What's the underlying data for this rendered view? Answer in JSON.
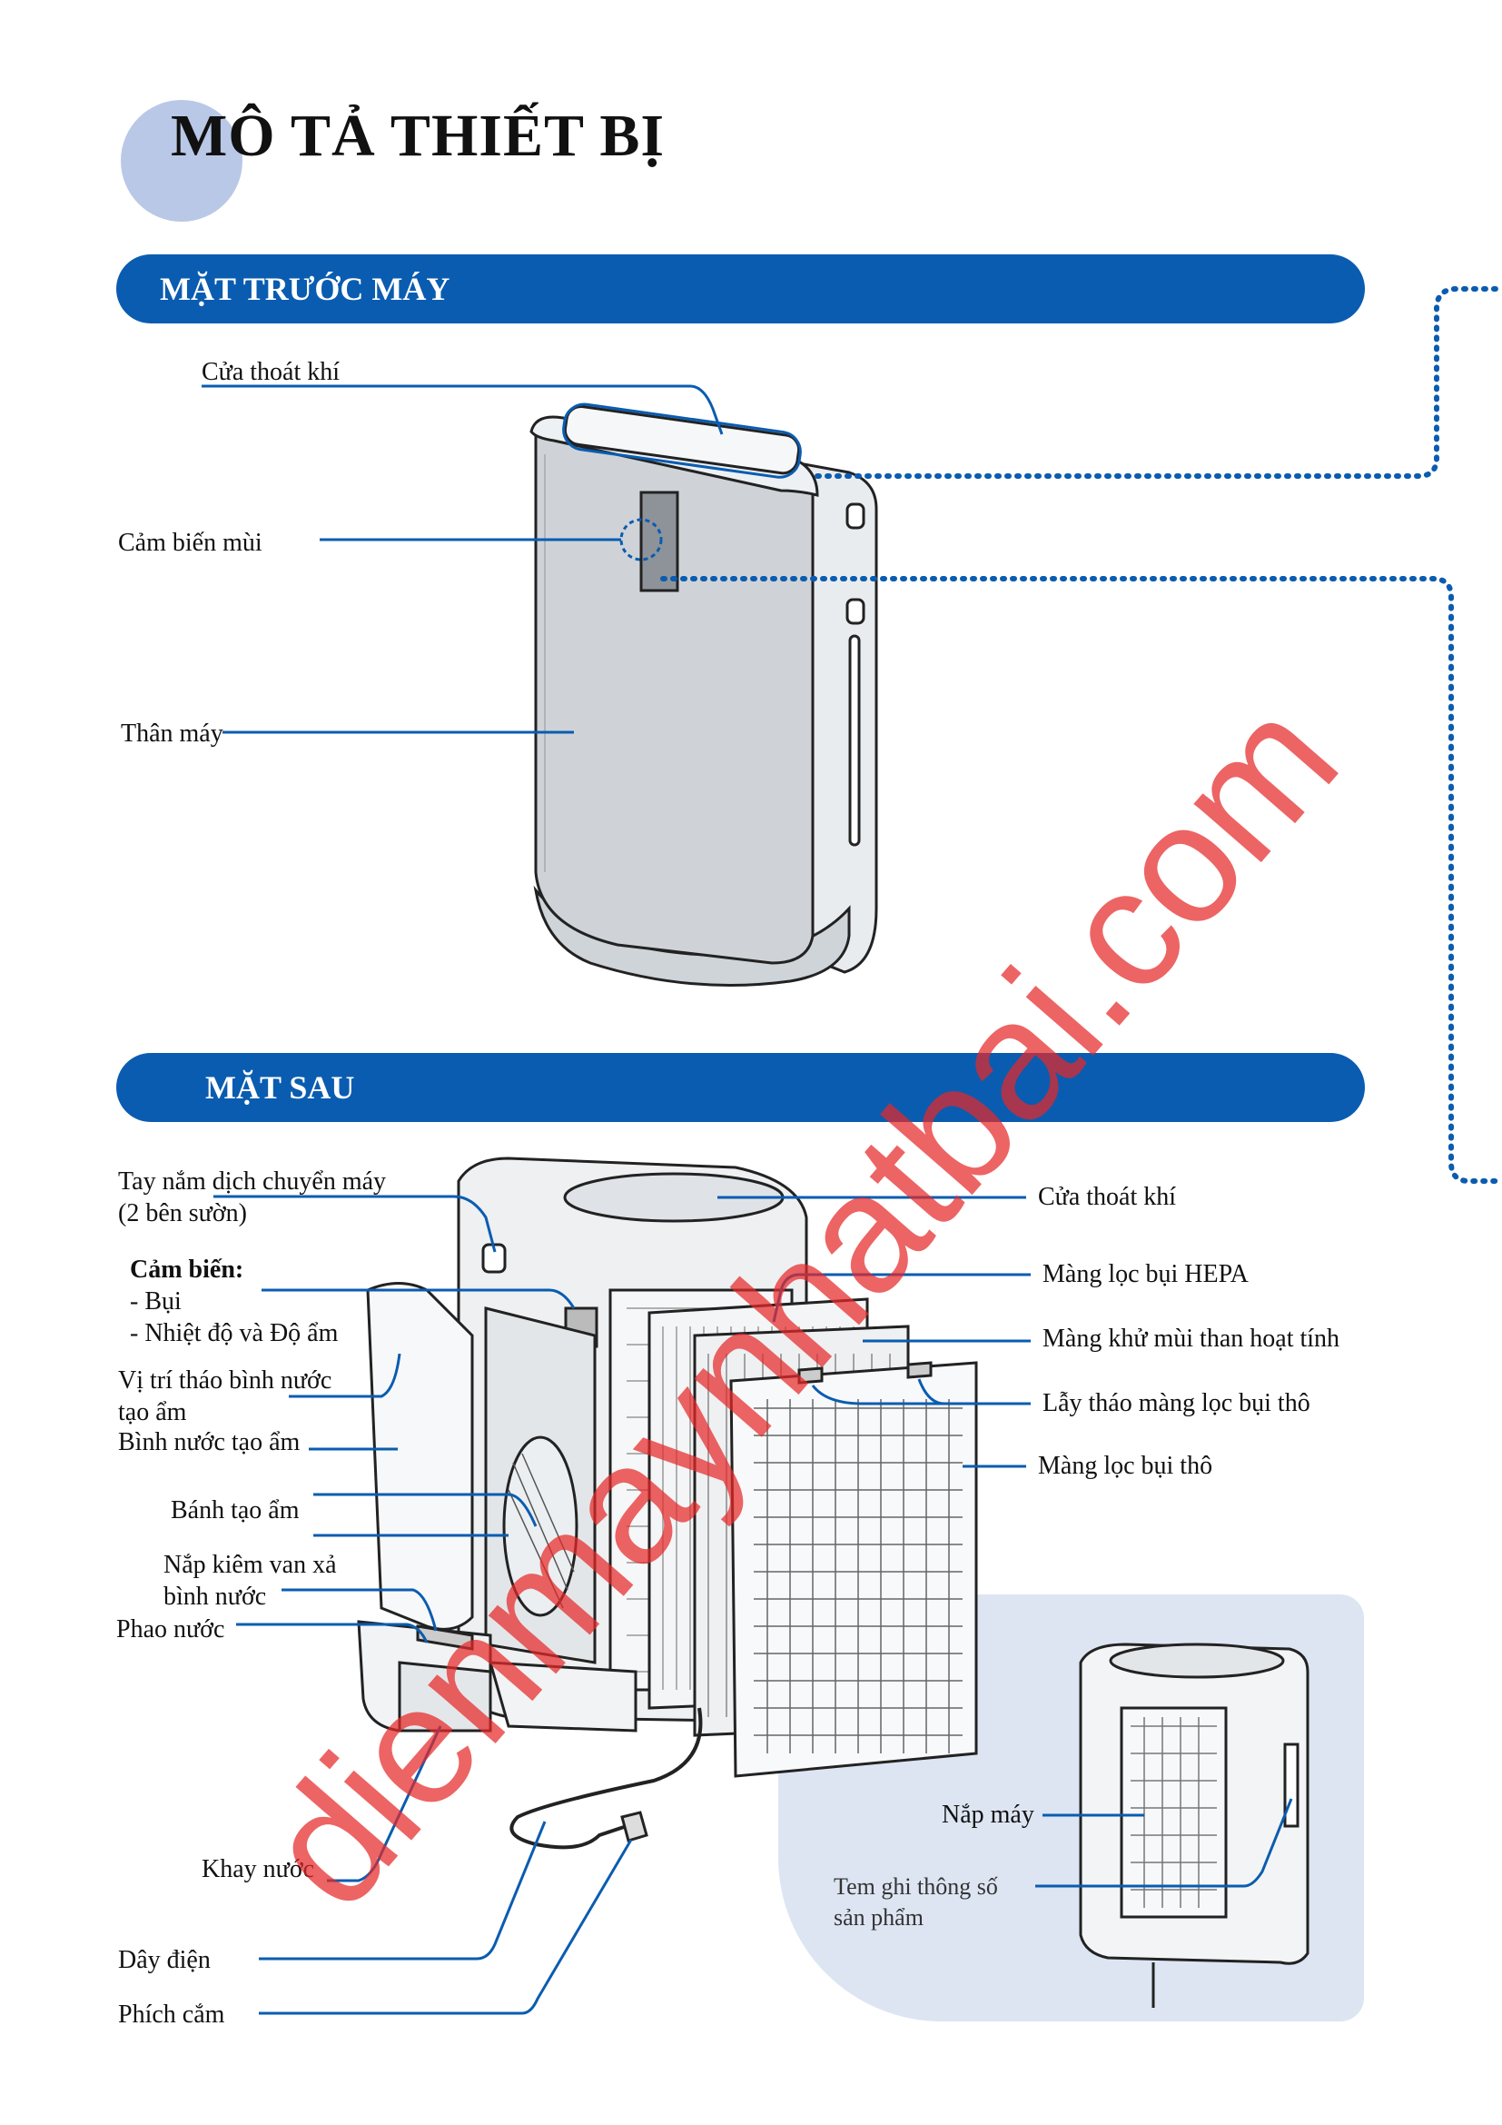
{
  "page_title": "MÔ TẢ THIẾT BỊ",
  "sections": {
    "front": {
      "title": "MẶT TRƯỚC MÁY"
    },
    "back": {
      "title": "MẶT SAU"
    }
  },
  "front_labels": {
    "outlet": "Cửa thoát khí",
    "odor_sensor": "Cảm biến mùi",
    "body": "Thân máy"
  },
  "back_labels": {
    "handle_1": "Tay nắm dịch chuyển máy",
    "handle_2": "(2 bên sườn)",
    "sensor_title": "Cảm biến:",
    "sensor_dust": "- Bụi",
    "sensor_temp": "- Nhiệt độ và Độ ẩm",
    "tank_release_1": "Vị trí tháo bình nước",
    "tank_release_2": "tạo ẩm",
    "tank": "Bình nước tạo ẩm",
    "wheel": "Bánh tạo ẩm",
    "valve_cap_1": "Nắp kiêm van xả",
    "valve_cap_2": "bình nước",
    "float": "Phao nước",
    "tray": "Khay nước",
    "cord": "Dây điện",
    "plug": "Phích cắm",
    "outlet": "Cửa thoát khí",
    "hepa": "Màng lọc bụi HEPA",
    "carbon": "Màng khử mùi than hoạt tính",
    "prefilter_tab": "Lẫy tháo màng lọc bụi thô",
    "prefilter": "Màng lọc bụi thô"
  },
  "inset_labels": {
    "cover": "Nắp máy",
    "rating_label_1": "Tem ghi thông số",
    "rating_label_2": "sản phẩm"
  },
  "watermark": "dienmaynhatbai.com",
  "colors": {
    "band": "#0a5cb0",
    "leader": "#0a5cb0",
    "title_circle": "#b9c8e6",
    "inset_bg": "#dde5f3",
    "watermark": "#e62828"
  }
}
